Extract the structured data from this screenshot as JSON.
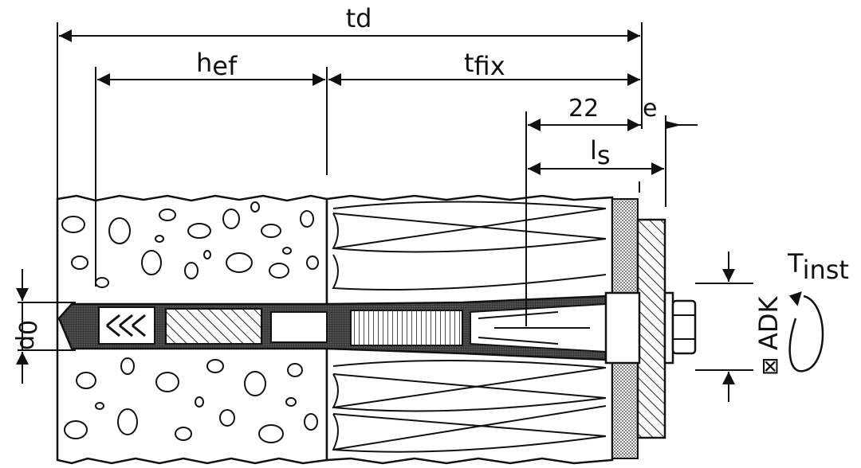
{
  "labels": {
    "td": "td",
    "hef_main": "h",
    "hef_sub": "ef",
    "tfix_main": "t",
    "tfix_sub": "fix",
    "dim_22": "22",
    "e": "e",
    "ls_main": "l",
    "ls_sub": "s",
    "d0_main": "d",
    "d0_sub": "0",
    "tinst_main": "T",
    "tinst_sub": "inst",
    "adk_box": "⊠",
    "adk": "ADK"
  },
  "colors": {
    "line": "#111111",
    "background": "#ffffff",
    "anchor_fill": "#3a3a3a",
    "hatch": "#555555"
  }
}
